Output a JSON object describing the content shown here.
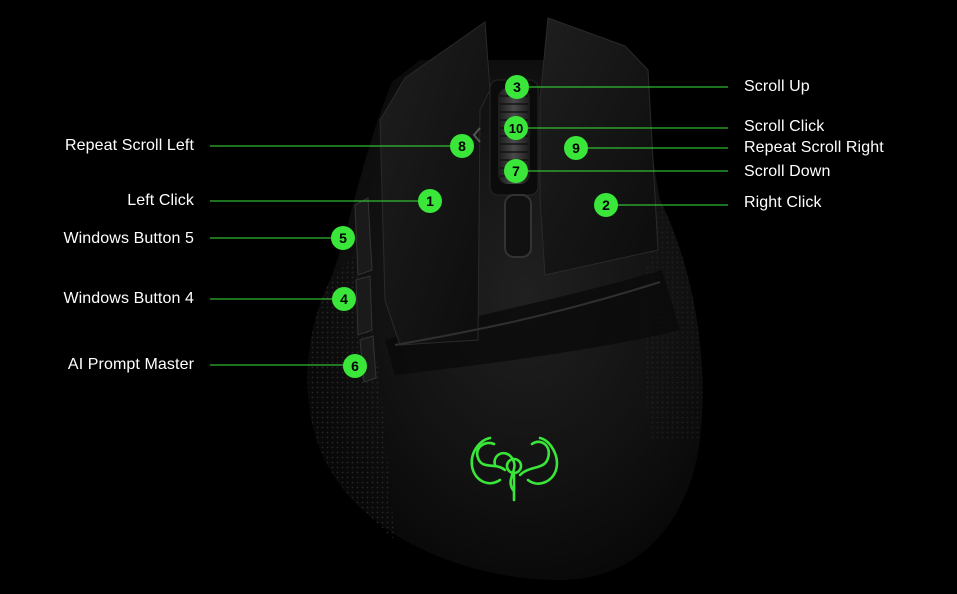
{
  "accent_color": "#39e639",
  "logo": "razer-snake-logo",
  "callouts": [
    {
      "number": "1",
      "label": "Left Click"
    },
    {
      "number": "2",
      "label": "Right Click"
    },
    {
      "number": "3",
      "label": "Scroll Up"
    },
    {
      "number": "4",
      "label": "Windows Button 4"
    },
    {
      "number": "5",
      "label": "Windows Button 5"
    },
    {
      "number": "6",
      "label": "AI Prompt Master"
    },
    {
      "number": "7",
      "label": "Scroll Down"
    },
    {
      "number": "8",
      "label": "Repeat Scroll Left"
    },
    {
      "number": "9",
      "label": "Repeat Scroll Right"
    },
    {
      "number": "10",
      "label": "Scroll Click"
    }
  ]
}
